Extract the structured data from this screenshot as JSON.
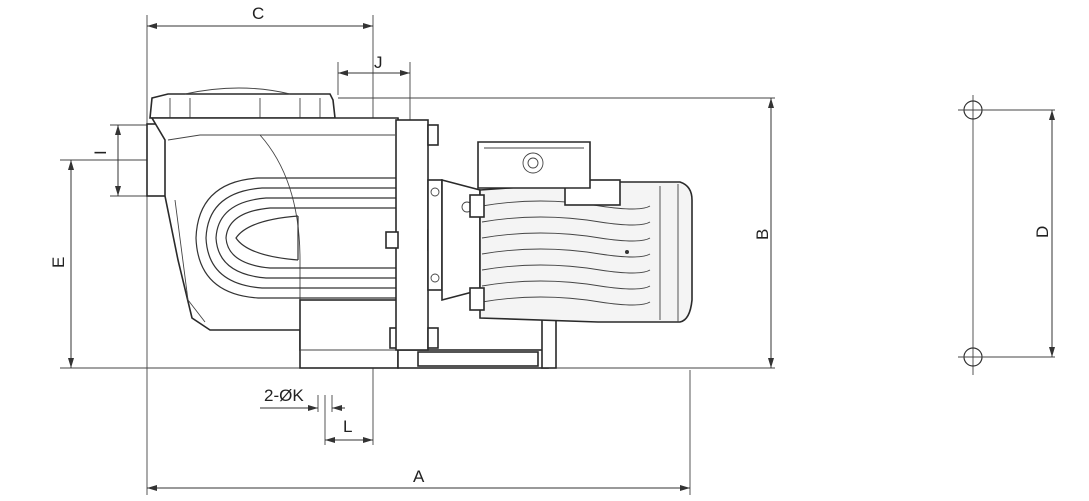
{
  "labels": {
    "A": "A",
    "B": "B",
    "C": "C",
    "D": "D",
    "E": "E",
    "I": "I",
    "J": "J",
    "K": "2-ØK",
    "L": "L"
  },
  "icons": {
    "pump": "pool-pump-icon",
    "bolt_holes": "mounting-hole-icon"
  }
}
